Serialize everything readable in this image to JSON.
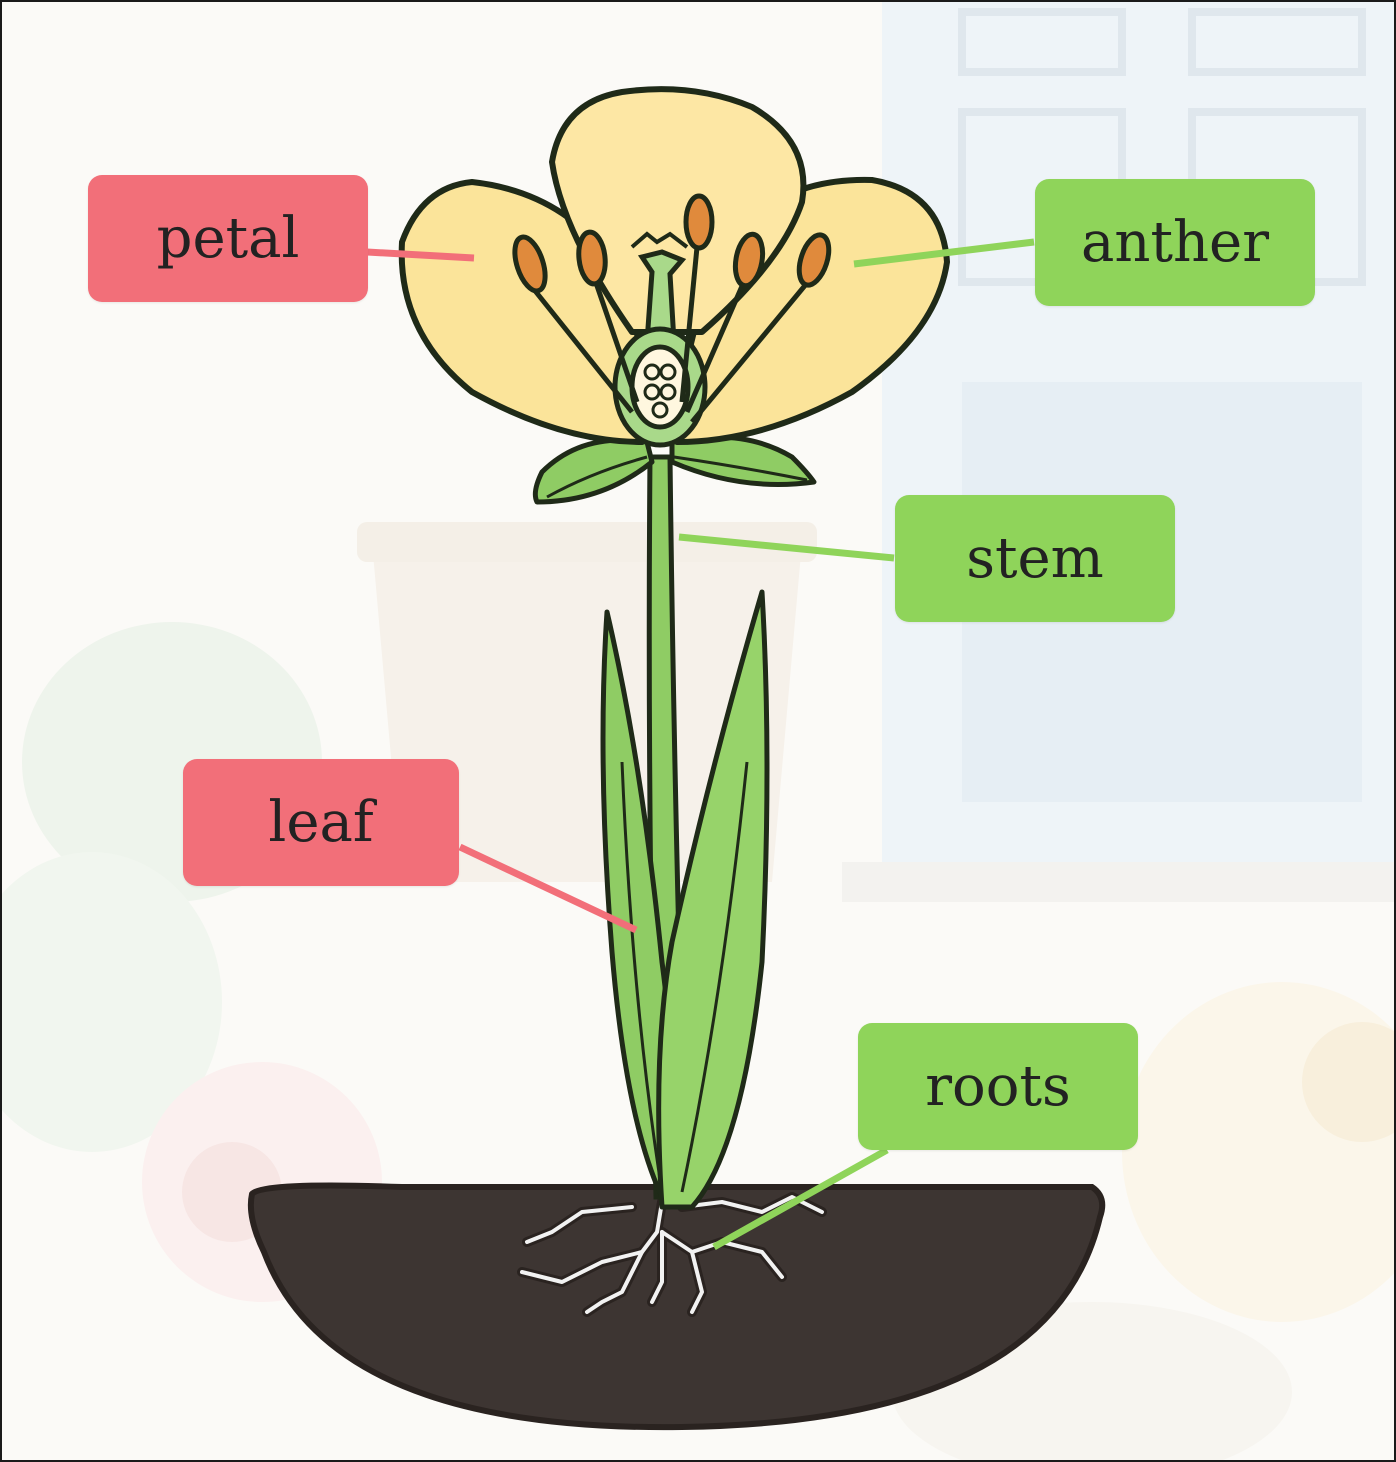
{
  "labels": {
    "petal": "petal",
    "anther": "anther",
    "stem": "stem",
    "leaf": "leaf",
    "roots": "roots"
  },
  "colors": {
    "red_label": "#f26f79",
    "green_label": "#8fd45a",
    "petal": "#fbe49a",
    "anther": "#e08a3c",
    "plant_green": "#8fcc64",
    "soil": "#3d3532"
  }
}
